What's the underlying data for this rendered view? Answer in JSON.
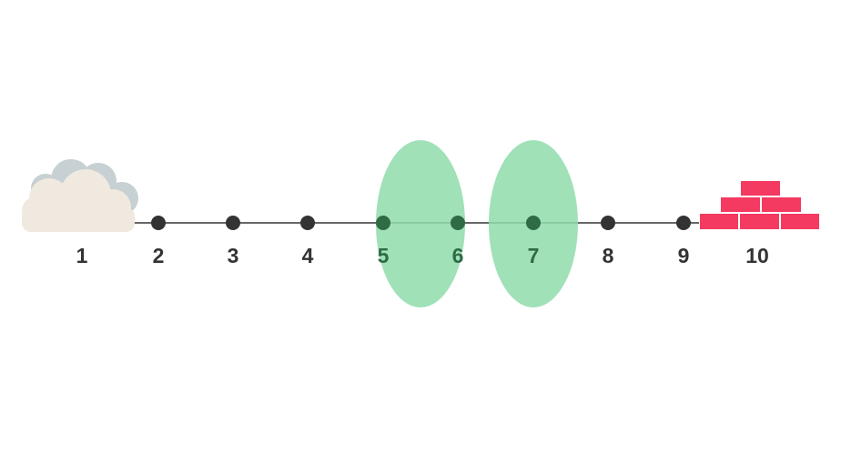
{
  "colors": {
    "line": "#333333",
    "dot": "#333333",
    "highlight_fill": "#8fdcaa",
    "dot_in_highlight": "#2f6b45",
    "cloud_front": "#efe9df",
    "cloud_back": "#c7d0d3",
    "bricks": "#f43a60"
  },
  "icons": {
    "start": "cloud-icon",
    "end": "brick-wall-icon"
  },
  "nodes": [
    {
      "label": "1"
    },
    {
      "label": "2"
    },
    {
      "label": "3"
    },
    {
      "label": "4"
    },
    {
      "label": "5"
    },
    {
      "label": "6"
    },
    {
      "label": "7"
    },
    {
      "label": "8"
    },
    {
      "label": "9"
    },
    {
      "label": "10"
    }
  ]
}
